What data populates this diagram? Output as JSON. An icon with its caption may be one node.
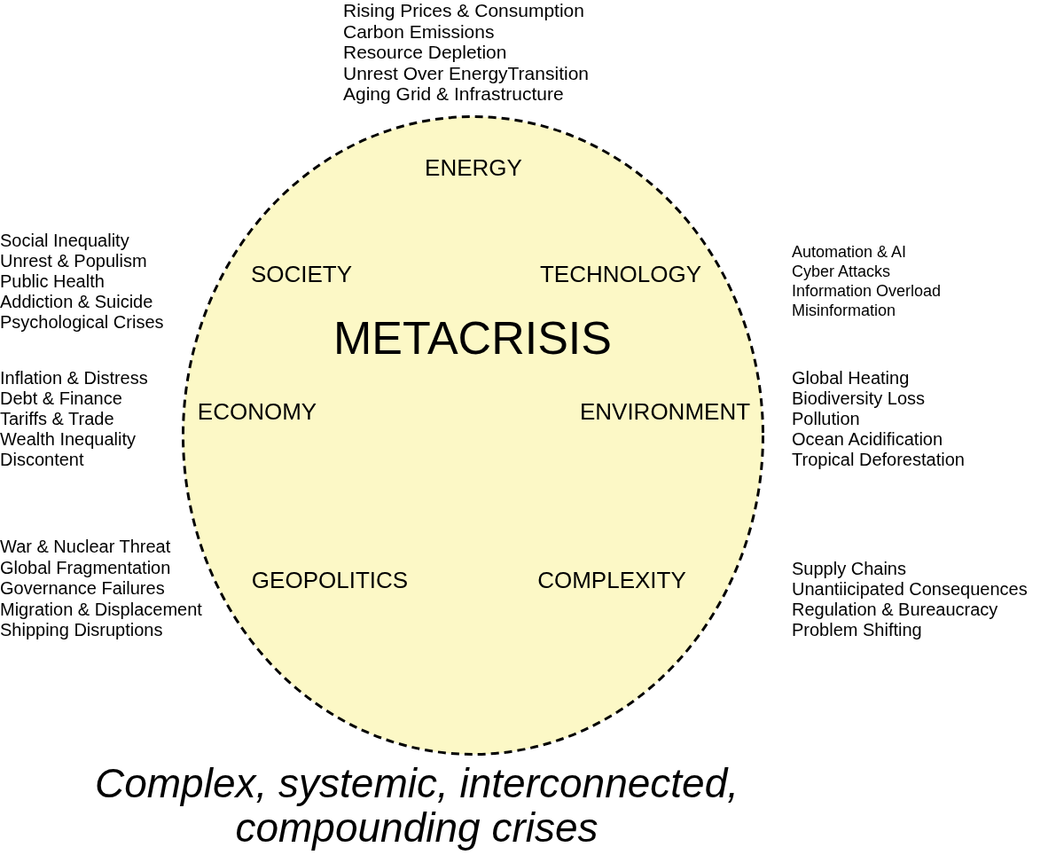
{
  "diagram": {
    "caption": "Complex, systemic, interconnected, compounding crises",
    "nodes": [
      {
        "text": [
          "ENERGY",
          "SOCIETY",
          "TECHNOLOGY",
          "METACRISIS",
          "ECONOMY",
          "ENVIRONMENT",
          "GEOPOLITICS",
          "COMPLEXITY"
        ]
      }
    ],
    "edges": [],
    "labels": [
      "Rising Prices & Consumption",
      "Carbon Emissions",
      "Resource Depletion",
      "Unrest Over EnergyTransition",
      "Aging Grid & Infrastructure",
      "Social Inequality",
      "Unrest & Populism",
      "Public Health",
      "Addiction & Suicide",
      "Psychological Crises",
      "Automation & AI",
      "Cyber Attacks",
      "Information Overload",
      "Misinformation",
      "Inflation & Distress",
      "Debt & Finance",
      "Tariffs & Trade",
      "Wealth Inequality",
      "Discontent",
      "Global Heating",
      "Biodiversity Loss",
      "Pollution",
      "Ocean Acidification",
      "Tropical Deforestation",
      "War & Nuclear Threat",
      "Global Fragmentation",
      "Governance Failures",
      "Migration & Displacement",
      "Shipping Disruptions",
      "Supply Chains",
      "Unantiicipated Consequences",
      "Regulation & Bureaucracy",
      "Problem Shifting"
    ]
  }
}
